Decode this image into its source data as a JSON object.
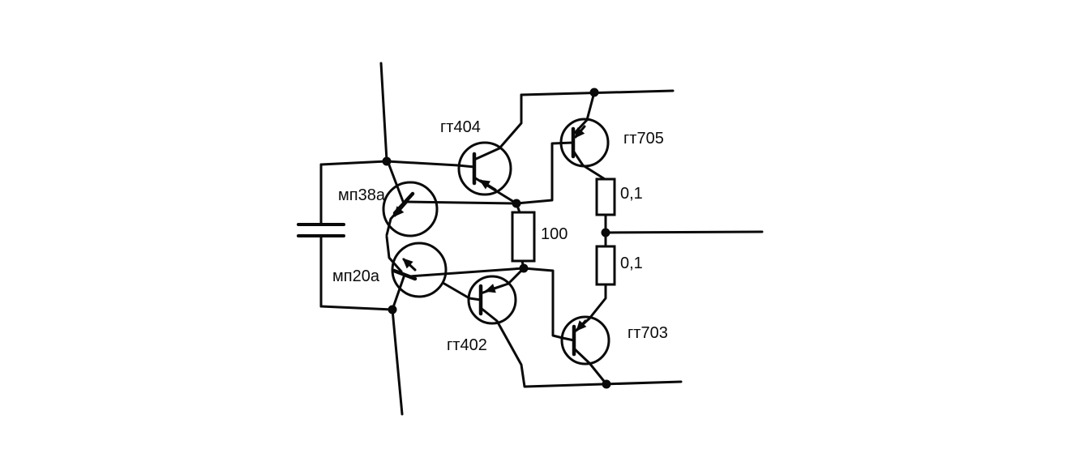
{
  "diagram": {
    "kind": "hand-drawn transistor amplifier schematic",
    "colors": {
      "background": "#ffffff",
      "ink": "#0a0a0a"
    },
    "components": {
      "gt404": {
        "label": "гт404"
      },
      "gt705": {
        "label": "гт705"
      },
      "mp38a": {
        "label": "мп38а"
      },
      "mp20a": {
        "label": "мп20а"
      },
      "gt402": {
        "label": "гт402"
      },
      "gt703": {
        "label": "гт703"
      },
      "r100": {
        "value": "100"
      },
      "r01_top": {
        "value": "0,1"
      },
      "r01_bottom": {
        "value": "0,1"
      }
    }
  }
}
